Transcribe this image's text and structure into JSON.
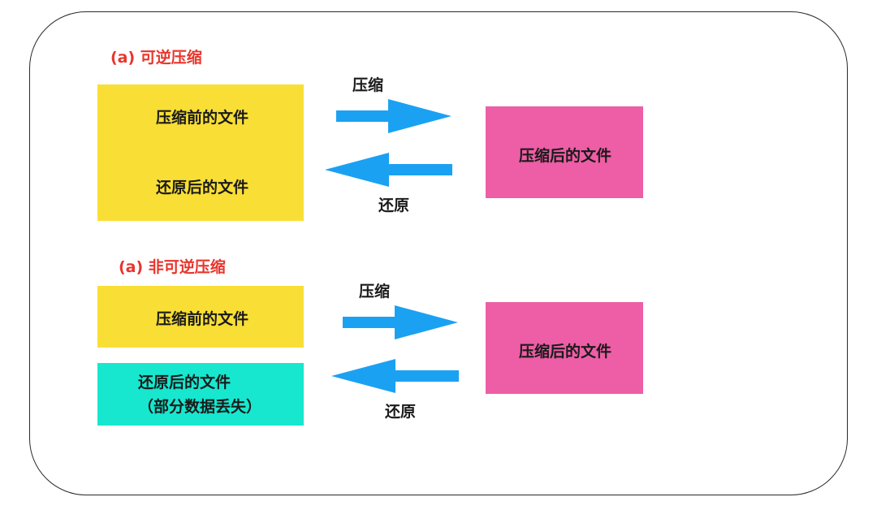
{
  "section_reversible": {
    "title": "(a) 可逆压缩",
    "before_file": "压缩前的文件",
    "restored_file": "还原后的文件",
    "compressed_file": "压缩后的文件",
    "compress_label": "压缩",
    "restore_label": "还原"
  },
  "section_irreversible": {
    "title": "(a) 非可逆压缩",
    "before_file": "压缩前的文件",
    "restored_file_line1": "还原后的文件",
    "restored_file_line2": "（部分数据丢失）",
    "compressed_file": "压缩后的文件",
    "compress_label": "压缩",
    "restore_label": "还原"
  },
  "colors": {
    "title_red": "#e8352c",
    "before_yellow": "#f9df35",
    "compressed_pink": "#ed5ea6",
    "lossy_teal": "#17e7cf",
    "arrow_blue": "#1ba1f2"
  }
}
